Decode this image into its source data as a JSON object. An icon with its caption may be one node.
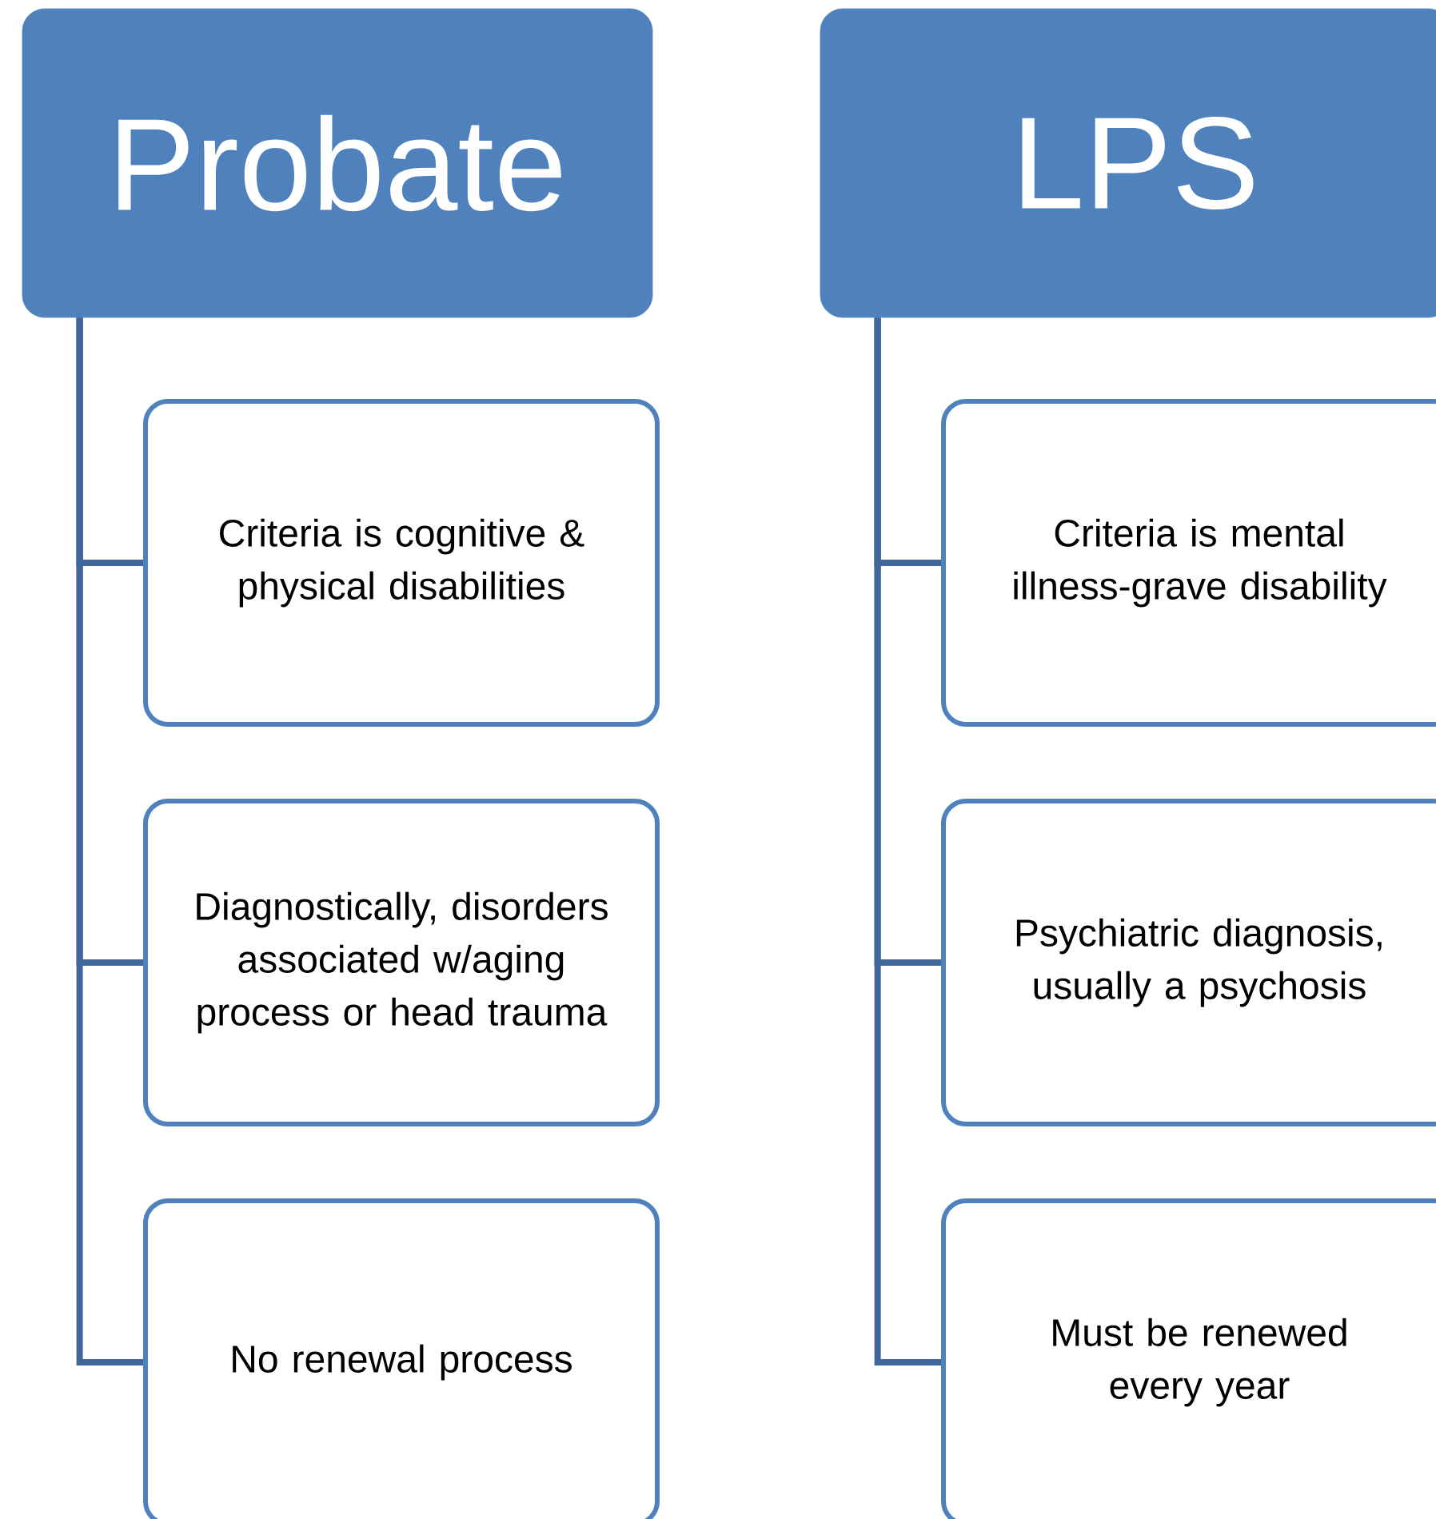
{
  "diagram": {
    "nodes": [
      {
        "text": [
          "Probate"
        ]
      },
      {
        "text": [
          "Criteria is cognitive & physical disabilities"
        ]
      },
      {
        "text": [
          "Diagnostically, disorders associated w/aging process or head trauma"
        ]
      },
      {
        "text": [
          "No renewal process"
        ]
      },
      {
        "text": [
          "LPS"
        ]
      },
      {
        "text": [
          "Criteria is mental illness-grave disability"
        ]
      },
      {
        "text": [
          "Psychiatric diagnosis, usually a psychosis"
        ]
      },
      {
        "text": [
          "Must be renewed every year"
        ]
      }
    ],
    "edges": [
      {
        "from": 0,
        "to": 1,
        "arrow": "none"
      },
      {
        "from": 0,
        "to": 2,
        "arrow": "none"
      },
      {
        "from": 0,
        "to": 3,
        "arrow": "none"
      },
      {
        "from": 4,
        "to": 5,
        "arrow": "none"
      },
      {
        "from": 4,
        "to": 6,
        "arrow": "none"
      },
      {
        "from": 4,
        "to": 7,
        "arrow": "none"
      }
    ]
  }
}
